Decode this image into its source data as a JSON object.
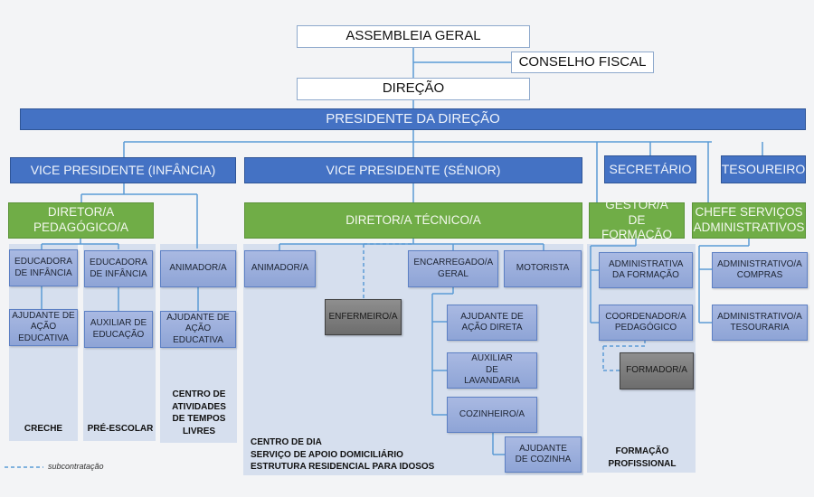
{
  "top": {
    "assembly": "ASSEMBLEIA GERAL",
    "fiscal_council": "CONSELHO FISCAL",
    "direction": "DIREÇÃO",
    "president": "PRESIDENTE DA DIREÇÃO"
  },
  "level2": {
    "vp_infancia": "VICE PRESIDENTE (INFÂNCIA)",
    "vp_senior": "VICE PRESIDENTE (SÉNIOR)",
    "secretary": "SECRETÁRIO",
    "treasurer": "TESOUREIRO"
  },
  "level3": {
    "dir_pedagogico": "DIRETOR/A PEDAGÓGICO/A",
    "dir_tecnico": "DIRETOR/A TÉCNICO/A",
    "gestor_formacao": "GESTOR/A DE FORMAÇÃO",
    "chefe_admin": "CHEFE SERVIÇOS ADMINISTRATIVOS"
  },
  "infancia": {
    "creche": {
      "role": "EDUCADORA DE INFÂNCIA",
      "helper": "AJUDANTE DE AÇÃO EDUCATIVA",
      "label": "CRECHE"
    },
    "pre_escolar": {
      "role": "EDUCADORA DE INFÂNCIA",
      "helper": "AUXILIAR DE EDUCAÇÃO",
      "label": "PRÉ-ESCOLAR"
    },
    "atl": {
      "role": "ANIMADOR/A",
      "helper": "AJUDANTE DE AÇÃO EDUCATIVA",
      "label": "CENTRO DE ATIVIDADES DE TEMPOS LIVRES"
    }
  },
  "senior": {
    "animador": "ANIMADOR/A",
    "enfermeiro": "ENFERMEIRO/A",
    "encarregado": "ENCARREGADO/A GERAL",
    "motorista": "MOTORISTA",
    "ajudante_acao_direta": "AJUDANTE DE AÇÃO DIRETA",
    "auxiliar_lavandaria": "AUXILIAR DE LAVANDARIA",
    "cozinheiro": "COZINHEIRO/A",
    "ajudante_cozinha": "AJUDANTE DE COZINHA",
    "label_1": "CENTRO DE DIA",
    "label_2": "SERVIÇO DE APOIO DOMICILIÁRIO",
    "label_3": "ESTRUTURA RESIDENCIAL PARA IDOSOS"
  },
  "formacao": {
    "administrativa": "ADMINISTRATIVA DA FORMAÇÃO",
    "coordenador": "COORDENADOR/A PEDAGÓGICO",
    "formador": "FORMADOR/A",
    "label": "FORMAÇÃO PROFISSIONAL"
  },
  "admin": {
    "compras": "ADMINISTRATIVO/A COMPRAS",
    "tesouraria": "ADMINISTRATIVO/A TESOURARIA"
  },
  "legend": {
    "subcontracting": "subcontratação"
  },
  "colors": {
    "blue": "#4472c4",
    "green": "#70ad47",
    "light_blue": "#8ea4d6",
    "gray": "#7a7a7a",
    "line": "#5b9bd5"
  }
}
